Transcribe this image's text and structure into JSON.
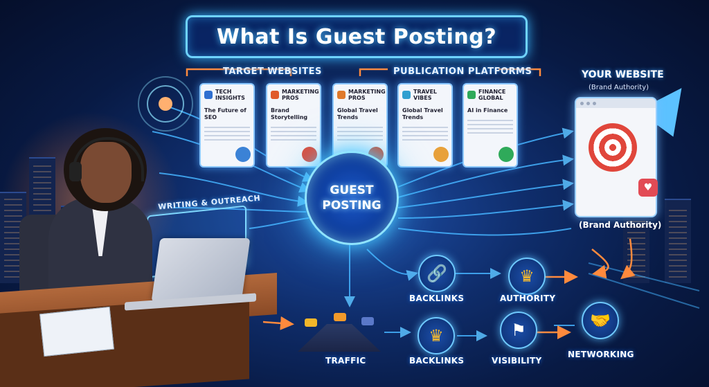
{
  "title": "What Is Guest Posting?",
  "sections": {
    "target_websites": "TARGET WEBSITES",
    "publication_platforms": "PUBLICATION PLATFORMS",
    "writing_outreach": "WRITING & OUTREACH"
  },
  "cards": [
    {
      "brand": "TECH INSIGHTS",
      "headline": "The Future of SEO",
      "logo_color": "#2f6fd0",
      "pic_color": "#3b82d6",
      "icon": "gear-icon"
    },
    {
      "brand": "MARKETING PROS",
      "headline": "Brand Storytelling",
      "logo_color": "#e05a2b",
      "pic_color": "#e04b3a",
      "icon": "megaphone-icon"
    },
    {
      "brand": "MARKETING PROS",
      "headline": "Global Travel Trends",
      "logo_color": "#e07a2b",
      "pic_color": "#d04d2f",
      "icon": "compass-icon"
    },
    {
      "brand": "TRAVEL VIBES",
      "headline": "Global Travel Trends",
      "logo_color": "#2f9fd0",
      "pic_color": "#e8a13a",
      "icon": "travel-icon"
    },
    {
      "brand": "FINANCE GLOBAL",
      "headline": "AI in Finance",
      "logo_color": "#2faa5a",
      "pic_color": "#2faa5a",
      "icon": "dollar-icon"
    }
  ],
  "hub": {
    "line1": "GUEST",
    "line2": "POSTING"
  },
  "your_website": {
    "title": "YOUR WEBSITE",
    "subtitle": "(Brand Authority)",
    "bottom_label": "(Brand Authority)"
  },
  "nodes": {
    "backlinks_top": "BACKLINKS",
    "authority": "AUTHORITY",
    "traffic": "TRAFFIC",
    "backlinks_bottom": "BACKLINKS",
    "visibility": "VISIBILITY",
    "networking": "NETWORKING"
  },
  "colors": {
    "accent": "#6fd3ff",
    "flow": "#46b4ff",
    "orange": "#ff8a3d"
  }
}
